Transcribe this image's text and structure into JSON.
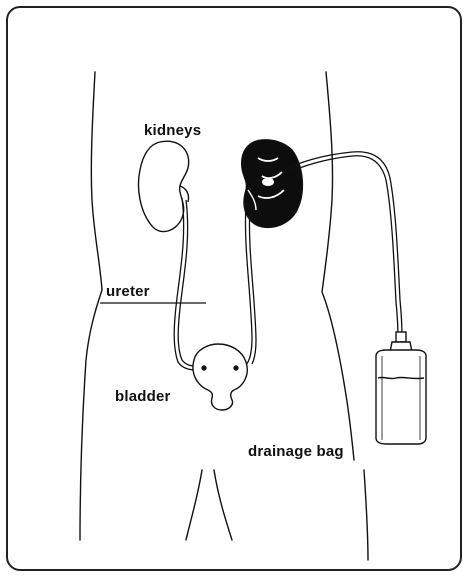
{
  "labels": {
    "kidneys": "kidneys",
    "ureter": "ureter",
    "bladder": "bladder",
    "drainage_bag": "drainage bag"
  },
  "colors": {
    "line": "#111111",
    "kidney_dark": "#0d0d0d",
    "frame": "#222222"
  }
}
